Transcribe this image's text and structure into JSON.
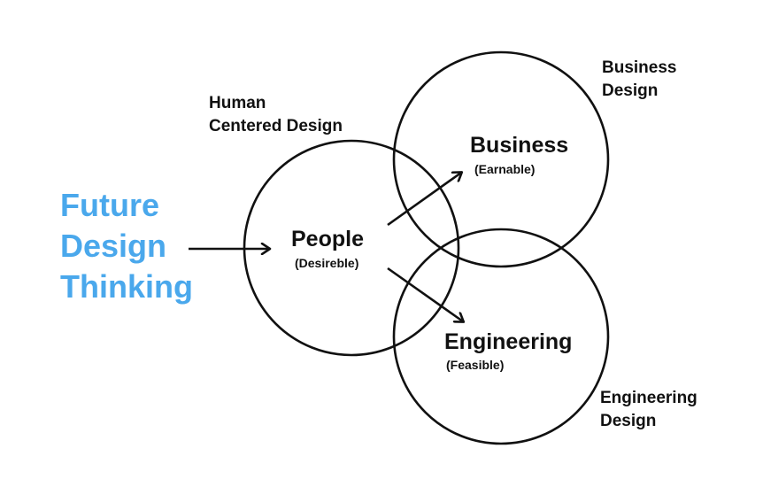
{
  "title": {
    "lines": [
      "Future",
      "Design",
      "Thinking"
    ],
    "color": "#4aa8ec"
  },
  "circles": {
    "people": {
      "label": "People",
      "sublabel": "(Desireble)",
      "corner_lines": [
        "Human",
        "Centered Design"
      ]
    },
    "business": {
      "label": "Business",
      "sublabel": "(Earnable)",
      "corner_lines": [
        "Business",
        "Design"
      ]
    },
    "engineering": {
      "label": "Engineering",
      "sublabel": "(Feasible)",
      "corner_lines": [
        "Engineering",
        "Design"
      ]
    }
  },
  "stroke_color": "#111111"
}
